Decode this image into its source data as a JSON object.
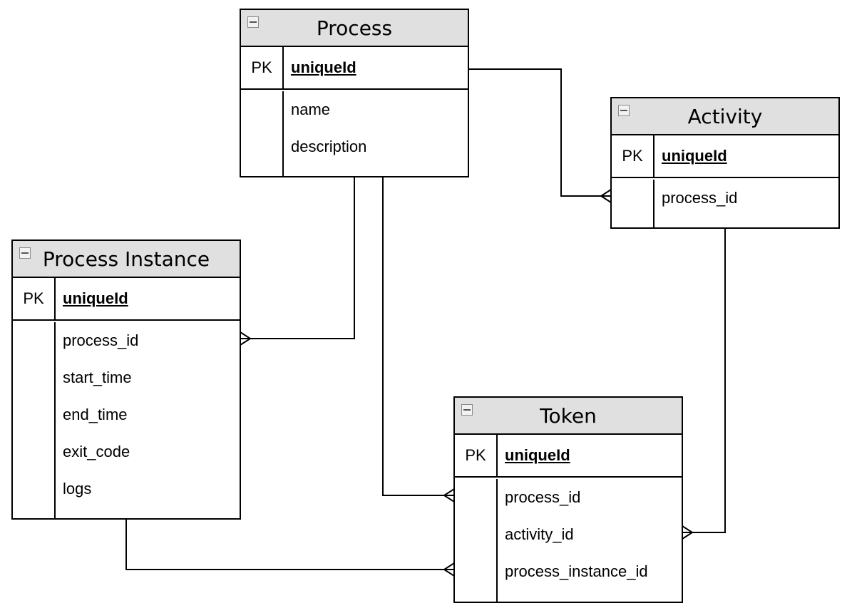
{
  "entities": {
    "process": {
      "title": "Process",
      "pk_label": "PK",
      "pk_field": "uniqueId",
      "attributes": [
        "name",
        "description"
      ]
    },
    "activity": {
      "title": "Activity",
      "pk_label": "PK",
      "pk_field": "uniqueId",
      "attributes": [
        "process_id"
      ]
    },
    "process_instance": {
      "title": "Process Instance",
      "pk_label": "PK",
      "pk_field": "uniqueId",
      "attributes": [
        "process_id",
        "start_time",
        "end_time",
        "exit_code",
        "logs"
      ]
    },
    "token": {
      "title": "Token",
      "pk_label": "PK",
      "pk_field": "uniqueId",
      "attributes": [
        "process_id",
        "activity_id",
        "process_instance_id"
      ]
    }
  },
  "relationships": [
    {
      "from": "process.uniqueId",
      "to": "activity.process_id",
      "cardinality": "one-to-many"
    },
    {
      "from": "process.uniqueId",
      "to": "process_instance.process_id",
      "cardinality": "one-to-many"
    },
    {
      "from": "process.uniqueId",
      "to": "token.process_id",
      "cardinality": "one-to-many"
    },
    {
      "from": "activity.uniqueId",
      "to": "token.activity_id",
      "cardinality": "one-to-many"
    },
    {
      "from": "process_instance.uniqueId",
      "to": "token.process_instance_id",
      "cardinality": "one-to-many"
    }
  ],
  "colors": {
    "header_fill": "#e0e0e0",
    "border": "#000000",
    "background": "#ffffff"
  }
}
